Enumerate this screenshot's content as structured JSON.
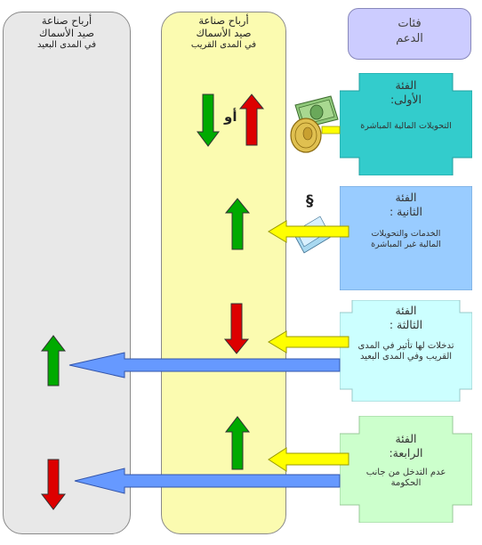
{
  "columns": {
    "long_term": {
      "line1": "أرباح صناعة",
      "line2": "صيد الأسماك",
      "line3": "في المدى البعيد"
    },
    "short_term": {
      "line1": "أرباح صناعة",
      "line2": "صيد الأسماك",
      "line3": "في المدى القريب"
    }
  },
  "support_header": {
    "line1": "فئات",
    "line2": "الدعم"
  },
  "categories": [
    {
      "title1": "الفئة",
      "title2": "الأولى:",
      "desc": "التحويلات المالية المباشرة",
      "color": "#33cccc",
      "border": "#22a0a0"
    },
    {
      "title1": "الفئة",
      "title2": "الثانية :",
      "desc": "الخدمات والتحويلات المالية غير المباشرة",
      "color": "#99ccff",
      "border": "#6f9fd0"
    },
    {
      "title1": "الفئة",
      "title2": "الثالثة :",
      "desc": "تدخلات لها تأثير في المدى القريب وفي المدى البعيد",
      "color": "#ccffff",
      "border": "#99c8c8"
    },
    {
      "title1": "الفئة",
      "title2": "الرابعة:",
      "desc": "عدم التدخل من جانب الحكومة",
      "color": "#ccffcc",
      "border": "#99c899"
    }
  ],
  "or_label": "أو",
  "section_symbol": "§",
  "icons": [
    "money-banknote-icon",
    "coin-icon",
    "document-stack-icon"
  ],
  "colors": {
    "up_arrow": "#00aa00",
    "down_arrow_red": "#dd0000",
    "yellow_arrow": "#ffff00",
    "blue_arrow": "#6699ff"
  }
}
